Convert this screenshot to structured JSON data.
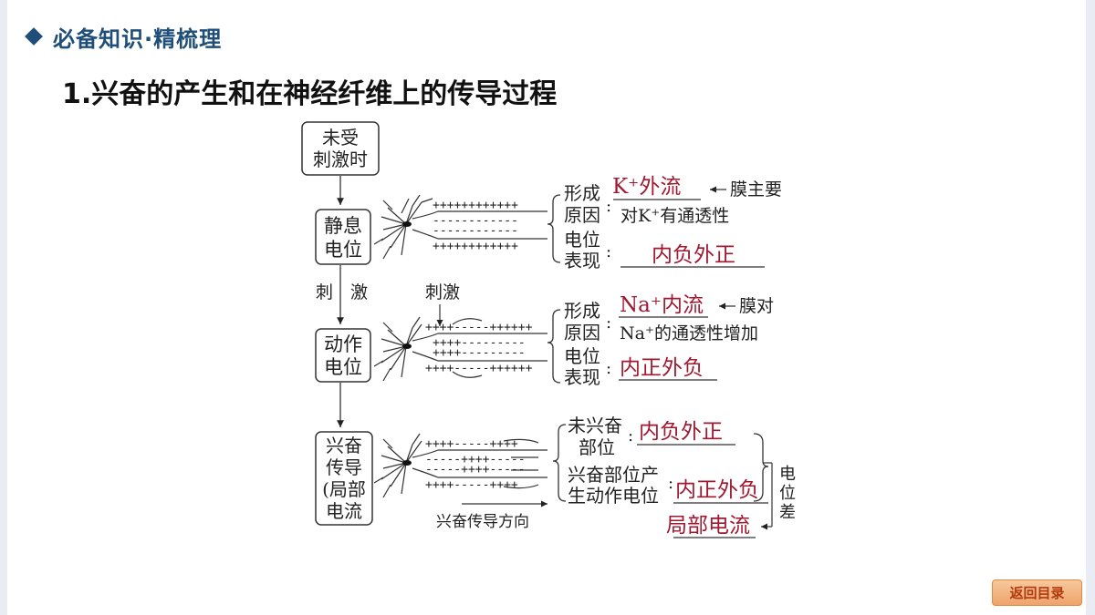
{
  "header": {
    "title": "必备知识·精梳理"
  },
  "section_title": "1.兴奋的产生和在神经纤维上的传导过程",
  "diagram": {
    "states": {
      "unstimulated": [
        "未受",
        "刺激时"
      ],
      "resting": [
        "静息",
        "电位"
      ],
      "action": [
        "动作",
        "电位"
      ],
      "conduction": [
        "兴奋",
        "传导",
        "(局部",
        "电流"
      ]
    },
    "stimulus_side": [
      "刺",
      "激"
    ],
    "stimulus_label": "刺激",
    "direction_label": "兴奋传导方向",
    "resting": {
      "cause_label": [
        "形成",
        "原因"
      ],
      "cause_answer": "K⁺外流",
      "cause_note": "膜主要",
      "cause_note2": "对K⁺有通透性",
      "potential_label": [
        "电位",
        "表现"
      ],
      "potential_answer": "内负外正"
    },
    "action": {
      "cause_label": [
        "形成",
        "原因"
      ],
      "cause_answer": "Na⁺内流",
      "cause_note": "膜对",
      "cause_note2": "Na⁺的通透性增加",
      "potential_label": [
        "电位",
        "表现"
      ],
      "potential_answer": "内正外负"
    },
    "conduction": {
      "unexcited_label": [
        "未兴奋",
        "部位"
      ],
      "unexcited_answer": "内负外正",
      "excited_label": [
        "兴奋部位产",
        "生动作电位"
      ],
      "excited_answer": "内正外负",
      "current_answer": "局部电流",
      "side_label": [
        "电",
        "位",
        "差"
      ]
    },
    "membrane_rows": {
      "resting_top": "++++++++++++",
      "resting_mid1": "------------",
      "resting_mid2": "------------",
      "resting_bot": "++++++++++++",
      "action_top": "++++-----++++++",
      "action_mid1": "++++---------",
      "action_mid2": "++++---------",
      "action_bot": "++++-----++++++",
      "cond_top": "++++-----++++",
      "cond_mid1": "-----++++-----",
      "cond_mid2": "-----++++-----",
      "cond_bot": "++++-----++++"
    }
  },
  "nav": {
    "back_label": "返回目录"
  }
}
